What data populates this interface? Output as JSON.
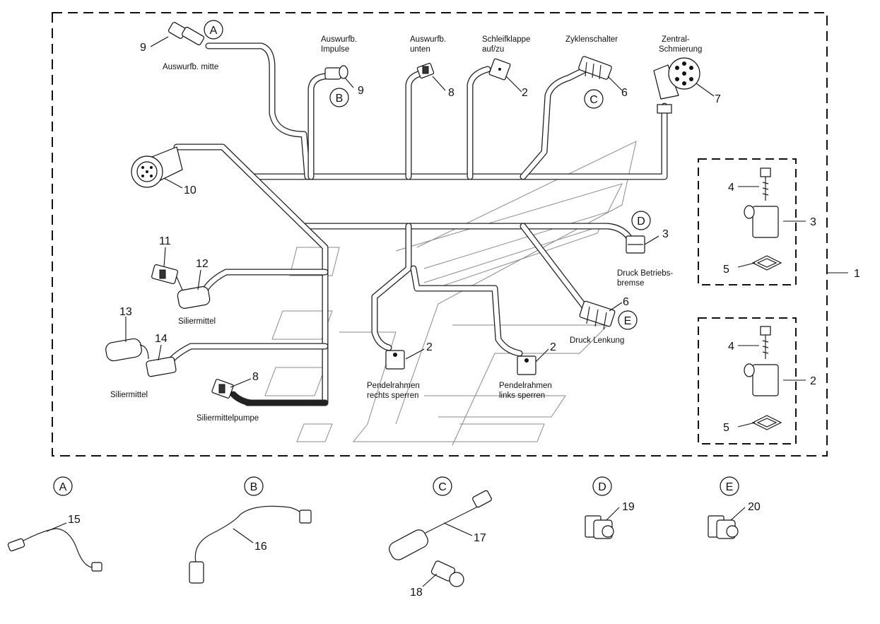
{
  "labels": {
    "auswurf_mitte": "Auswurfb. mitte",
    "auswurf_impulse_1": "Auswurfb.",
    "auswurf_impulse_2": "Impulse",
    "auswurf_unten_1": "Auswurfb.",
    "auswurf_unten_2": "unten",
    "schleifklappe_1": "Schleifklappe",
    "schleifklappe_2": "auf/zu",
    "zyklenschalter": "Zyklenschalter",
    "zentral_1": "Zentral-",
    "zentral_2": "Schmierung",
    "druck_betriebs_1": "Druck Betriebs-",
    "druck_betriebs_2": "bremse",
    "druck_lenkung": "Druck Lenkung",
    "siliermittel_a": "Siliermittel",
    "siliermittel_b": "Siliermittel",
    "siliermittelpumpe": "Siliermittelpumpe",
    "pendel_rechts_1": "Pendelrahmen",
    "pendel_rechts_2": "rechts sperren",
    "pendel_links_1": "Pendelrahmen",
    "pendel_links_2": "links sperren"
  },
  "part_numbers": {
    "p9a": "9",
    "p9b": "9",
    "p8a": "8",
    "p2a": "2",
    "p6a": "6",
    "p7": "7",
    "p10": "10",
    "p3": "3",
    "p11": "11",
    "p12": "12",
    "p13": "13",
    "p14": "14",
    "p8b": "8",
    "p2b": "2",
    "p2c": "2",
    "p6b": "6",
    "box_top_4": "4",
    "box_top_3": "3",
    "box_top_5": "5",
    "box_bot_4": "4",
    "box_bot_2": "2",
    "box_bot_5": "5",
    "p1": "1",
    "p15": "15",
    "p16": "16",
    "p17": "17",
    "p18": "18",
    "p19": "19",
    "p20": "20"
  },
  "callouts": {
    "A_top": "A",
    "B_top": "B",
    "C_top": "C",
    "D_top": "D",
    "E_top": "E",
    "A_bottom": "A",
    "B_bottom": "B",
    "C_bottom": "C",
    "D_bottom": "D",
    "E_bottom": "E"
  }
}
